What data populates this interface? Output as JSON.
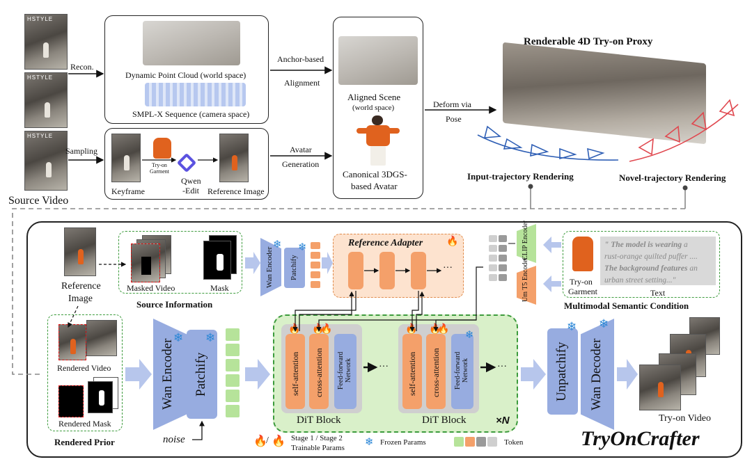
{
  "top": {
    "source_video_label": "Source Video",
    "source_video_overlay": "HSTYLE",
    "recon_label": "Recon.",
    "sampling_label": "Sampling",
    "dynamic_point_cloud_label": "Dynamic Point Cloud (world space)",
    "smplx_label": "SMPL-X Sequence (camera space)",
    "anchor_alignment_line1": "Anchor-based",
    "anchor_alignment_line2": "Alignment",
    "avatar_generation_line1": "Avatar",
    "avatar_generation_line2": "Generation",
    "aligned_scene_line1": "Aligned Scene",
    "aligned_scene_line2": "(world space)",
    "canonical_avatar_line1": "Canonical 3DGS-",
    "canonical_avatar_line2": "based Avatar",
    "keyframe_label": "Keyframe",
    "tryon_garment_small_line1": "Try-on",
    "tryon_garment_small_line2": "Garment",
    "qwen_edit_line1": "Qwen",
    "qwen_edit_line2": "-Edit",
    "reference_image_label": "Reference Image",
    "deform_line1": "Deform via",
    "deform_line2": "Pose",
    "renderable_proxy_title": "Renderable 4D Try-on Proxy",
    "input_traj_label": "Input-trajectory Rendering",
    "novel_traj_label": "Novel-trajectory Rendering"
  },
  "bottom": {
    "reference_image_line1": "Reference",
    "reference_image_line2": "Image",
    "masked_video_label": "Masked Video",
    "mask_label": "Mask",
    "source_information_label": "Source Information",
    "wan_encoder_small": "Wan Encoder",
    "patchify_small": "Patchify",
    "reference_adapter_label": "Reference Adapter",
    "clip_encoder_label": "CLIP Encoder",
    "umt5_encoder_label": "Um T5 Encoder",
    "tryon_garment_line1": "Try-on",
    "tryon_garment_line2": "Garment",
    "text_label": "Text",
    "text_prompt_part1": "\" The model is wearing",
    "text_prompt_part2": " a",
    "text_prompt_part3": "rust-orange quilted puffer ....",
    "text_prompt_part4": "The background features",
    "text_prompt_part5": " an",
    "text_prompt_part6": "urban street setting...\"",
    "multimodal_label": "Multimodal Semantic Condition",
    "rendered_video_label": "Rendered Video",
    "rendered_mask_label": "Rendered Mask",
    "rendered_prior_label": "Rendered Prior",
    "wan_encoder_big": "Wan Encoder",
    "patchify_big": "Patchify",
    "noise_label": "noise",
    "self_attention": "self-attention",
    "cross_attention": "cross-attention",
    "feed_forward_line1": "Feed-forward",
    "feed_forward_line2": "Network",
    "dit_block_label": "DiT Block",
    "times_n": "×N",
    "ellipsis": "···",
    "unpatchify": "Unpatchify",
    "wan_decoder": "Wan Decoder",
    "tryon_video_label": "Try-on Video",
    "legend_trainable_line1": "Stage 1 / Stage 2",
    "legend_trainable_line2": "Trainable Params",
    "legend_frozen": "Frozen Params",
    "legend_token": "Token",
    "title": "TryOnCrafter"
  },
  "colors": {
    "encoder_blue": "#97ace0",
    "token_green": "#b6e39a",
    "token_orange": "#f4a06a",
    "token_gray": "#9a9a9a",
    "token_light_gray": "#cfcfcf",
    "dit_green_bg": "#d9f0c9",
    "adapter_bg": "#fde3cf",
    "garment_orange": "#e0621e",
    "frozen_blue": "#2a86d6",
    "trainable_red": "#e23b2a",
    "input_traj_blue": "#2f5fb5",
    "novel_traj_red": "#e0484f"
  },
  "icons": [
    "snowflake-icon",
    "fire-icon",
    "fire-outline-icon",
    "qwen-logo-icon",
    "garment-icon"
  ]
}
